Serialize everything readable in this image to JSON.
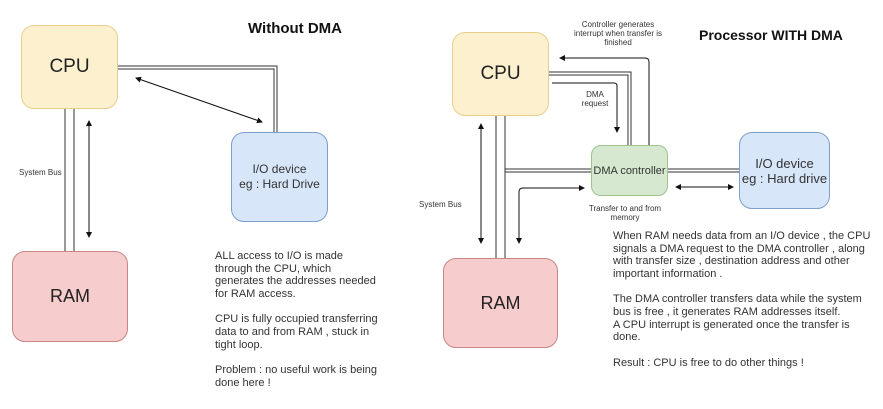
{
  "left_diagram": {
    "title": "Without DMA",
    "cpu_label": "CPU",
    "ram_label": "RAM",
    "io_label_line1": "I/O device",
    "io_label_line2": "eg : Hard Drive",
    "bus_label": "System Bus",
    "description": [
      "ALL access to I/O is made through the CPU, which generates the addresses needed for RAM access.",
      "CPU is fully occupied transferring data to and from RAM , stuck in tight loop.",
      "Problem : no useful work is being done here !"
    ]
  },
  "right_diagram": {
    "title": "Processor WITH DMA",
    "cpu_label": "CPU",
    "ram_label": "RAM",
    "dma_label": "DMA controller",
    "io_label_line1": "I/O device",
    "io_label_line2": "eg : Hard drive",
    "bus_label": "System Bus",
    "interrupt_label": "Controller generates interrupt when transfer is finished",
    "dma_request_label_line1": "DMA",
    "dma_request_label_line2": "request",
    "transfer_label_line1": "Transfer to and from",
    "transfer_label_line2": "memory",
    "description": [
      "When RAM needs data from an I/O device , the CPU signals a DMA request to the DMA controller , along with transfer size , destination address and other important information .",
      "The DMA controller transfers data while the system bus is free , it generates RAM addresses itself.",
      "A CPU interrupt is generated once the transfer is done.",
      "Result : CPU is free to do other things !"
    ]
  },
  "colors": {
    "cpu_fill": "#fdf0cf",
    "ram_fill": "#f7cccc",
    "io_fill": "#d8e6fa",
    "dma_fill": "#d6e8d0"
  }
}
